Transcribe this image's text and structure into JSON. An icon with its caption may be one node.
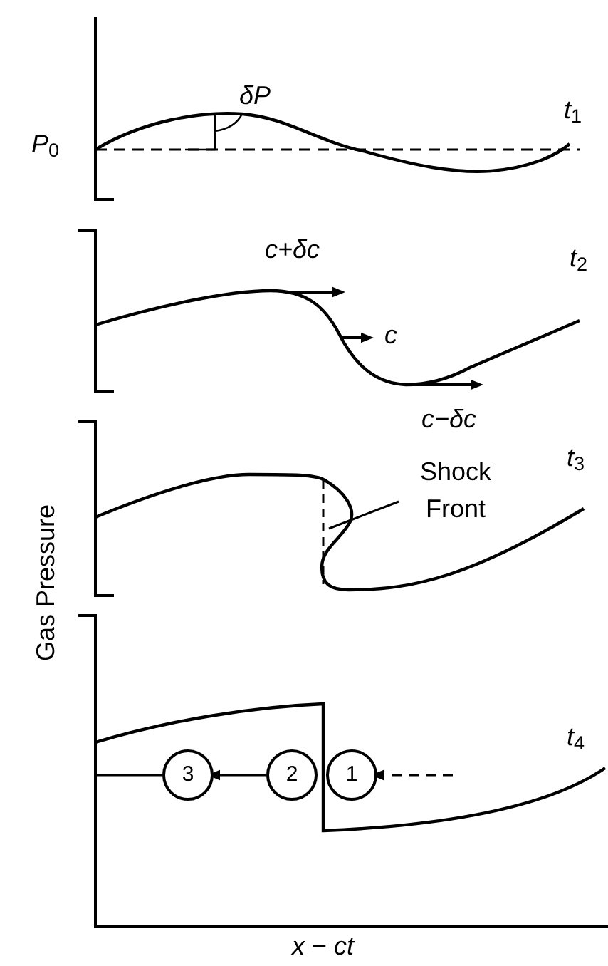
{
  "diagram": {
    "nodes": [
      {
        "text": [
          "Shock Front"
        ]
      },
      {
        "text": [
          "3"
        ]
      },
      {
        "text": [
          "2"
        ]
      },
      {
        "text": [
          "1"
        ]
      }
    ],
    "edges": [
      {
        "from": 0,
        "to": null,
        "arrow": "none"
      },
      {
        "from": 2,
        "to": 1,
        "arrow": "to"
      },
      {
        "from": null,
        "to": 3,
        "arrow": "to",
        "style": "dashed"
      }
    ],
    "labels": [
      "δP",
      "*P*$_{0}$",
      "*t*$_{1}$",
      "c+δc",
      "c",
      "c−δc",
      "*t*$_{2}$",
      "*t*$_{3}$",
      "*t*$_{4}$",
      "Gas Pressure",
      "*x* − *ct*"
    ]
  }
}
